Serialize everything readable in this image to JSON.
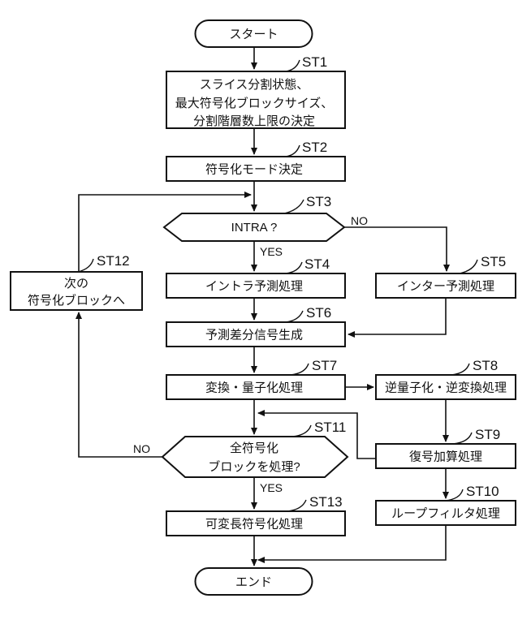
{
  "diagram": {
    "type": "flowchart",
    "ink_color": "#111111",
    "background_color": "#ffffff"
  },
  "nodes": {
    "start": {
      "label": "スタート"
    },
    "st1": {
      "tag": "ST1",
      "lines": [
        "スライス分割状態、",
        "最大符号化ブロックサイズ、",
        "分割階層数上限の決定"
      ]
    },
    "st2": {
      "tag": "ST2",
      "label": "符号化モード決定"
    },
    "st3": {
      "tag": "ST3",
      "label": "INTRA ?",
      "yes_label": "YES",
      "no_label": "NO"
    },
    "st4": {
      "tag": "ST4",
      "label": "イントラ予測処理"
    },
    "st5": {
      "tag": "ST5",
      "label": "インター予測処理"
    },
    "st6": {
      "tag": "ST6",
      "label": "予測差分信号生成"
    },
    "st7": {
      "tag": "ST7",
      "label": "変換・量子化処理"
    },
    "st8": {
      "tag": "ST8",
      "label": "逆量子化・逆変換処理"
    },
    "st9": {
      "tag": "ST9",
      "label": "復号加算処理"
    },
    "st10": {
      "tag": "ST10",
      "label": "ループフィルタ処理"
    },
    "st11": {
      "tag": "ST11",
      "lines": [
        "全符号化",
        "ブロックを処理?"
      ],
      "yes_label": "YES",
      "no_label": "NO"
    },
    "st12": {
      "tag": "ST12",
      "lines": [
        "次の",
        "符号化ブロックへ"
      ]
    },
    "st13": {
      "tag": "ST13",
      "label": "可変長符号化処理"
    },
    "end": {
      "label": "エンド"
    }
  }
}
